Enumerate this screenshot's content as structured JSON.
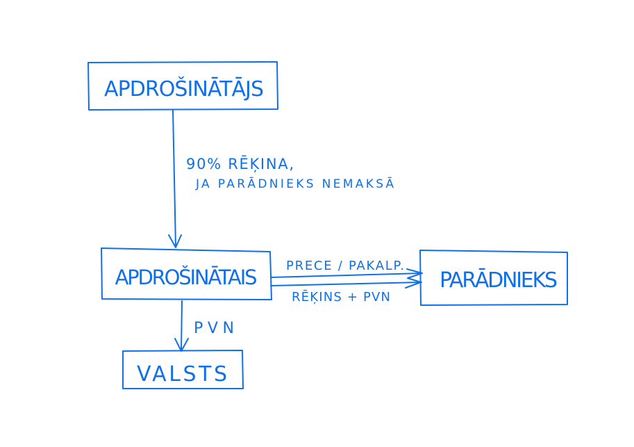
{
  "color": "#1170e8",
  "nodes": {
    "insurer": "APDROŠINĀTĀJS",
    "insured": "APDROŠINĀTAIS",
    "debtor": "PARĀDNIEKS",
    "state": "VALSTS"
  },
  "edges": {
    "insurer_to_insured": [
      "90% RĒĶINA,",
      "JA PARĀDNIEKS NEMAKSĀ"
    ],
    "goods": "PRECE / PAKALP.",
    "invoice": "RĒĶINS + PVN",
    "vat": "PVN"
  }
}
